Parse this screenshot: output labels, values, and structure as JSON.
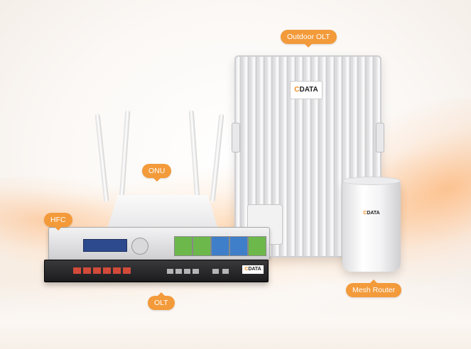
{
  "labels": {
    "outdoor_olt": "Outdoor OLT",
    "onu": "ONU",
    "hfc": "HFC",
    "olt": "OLT",
    "mesh_router": "Mesh Router"
  },
  "brand": {
    "logo_text": "DATA",
    "logo_mark": "C"
  },
  "colors": {
    "accent": "#f39a3a",
    "logo_orange": "#f08a20"
  }
}
